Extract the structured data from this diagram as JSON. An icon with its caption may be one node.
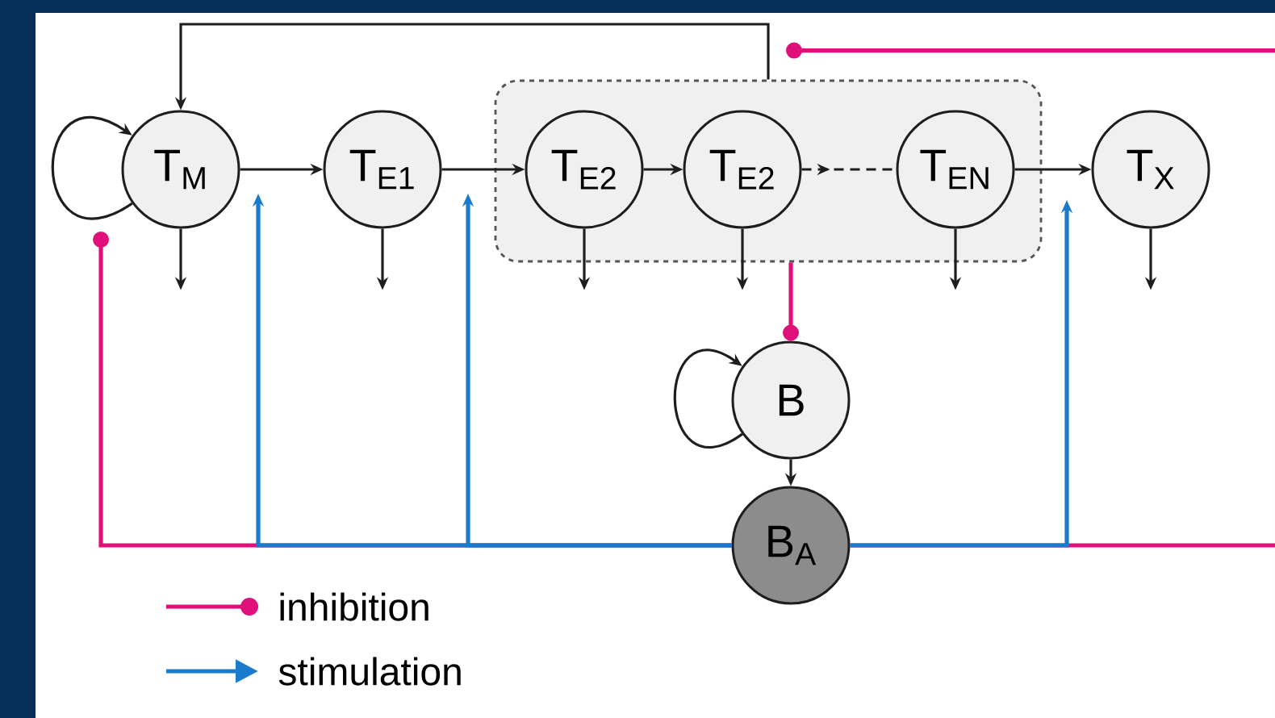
{
  "diagram": {
    "nodes": [
      {
        "text": [],
        "shape": "box"
      },
      {
        "text": [
          "T$_{M}$"
        ]
      },
      {
        "text": [
          "T$_{E1}$"
        ]
      },
      {
        "text": [
          "T$_{E2}$"
        ],
        "in": 0
      },
      {
        "text": [
          "T$_{E2}$"
        ],
        "in": 0
      },
      {
        "text": [
          "T$_{EN}$"
        ],
        "in": 0
      },
      {
        "text": [
          "T$_{X}$"
        ]
      },
      {
        "text": [
          "B"
        ]
      },
      {
        "text": [
          "B$_{A}$"
        ]
      }
    ],
    "edges": [
      {
        "from": 1,
        "to": 1,
        "arrow": "to"
      },
      {
        "from": 1,
        "to": 2,
        "arrow": "to"
      },
      {
        "from": 2,
        "to": 3,
        "arrow": "to"
      },
      {
        "from": 3,
        "to": 4,
        "arrow": "to"
      },
      {
        "from": 4,
        "to": 5,
        "arrow": "to",
        "style": "dashed"
      },
      {
        "from": 5,
        "to": 6,
        "arrow": "to"
      },
      {
        "from": 0,
        "to": 1,
        "arrow": "to"
      },
      {
        "from": 1,
        "to": null,
        "arrow": "to"
      },
      {
        "from": 2,
        "to": null,
        "arrow": "to"
      },
      {
        "from": 3,
        "to": null,
        "arrow": "to"
      },
      {
        "from": 4,
        "to": null,
        "arrow": "to"
      },
      {
        "from": 5,
        "to": null,
        "arrow": "to"
      },
      {
        "from": 6,
        "to": null,
        "arrow": "to"
      },
      {
        "from": 7,
        "to": 7,
        "arrow": "to"
      },
      {
        "from": 7,
        "to": 8,
        "arrow": "to"
      },
      {
        "from": 0,
        "to": 7,
        "arrow": "other",
        "color": "#e0107a"
      },
      {
        "from": 8,
        "to": 0,
        "arrow": "other",
        "color": "#e0107a"
      },
      {
        "from": 8,
        "to": 1,
        "arrow": "other",
        "color": "#e0107a"
      },
      {
        "from": 8,
        "to": null,
        "arrow": "to",
        "color": "#1a7acc"
      },
      {
        "from": 8,
        "to": null,
        "arrow": "to",
        "color": "#1a7acc"
      },
      {
        "from": 8,
        "to": null,
        "arrow": "to",
        "color": "#1a7acc"
      }
    ],
    "legend": [
      {
        "text": "inhibition"
      },
      {
        "text": "stimulation"
      }
    ]
  }
}
